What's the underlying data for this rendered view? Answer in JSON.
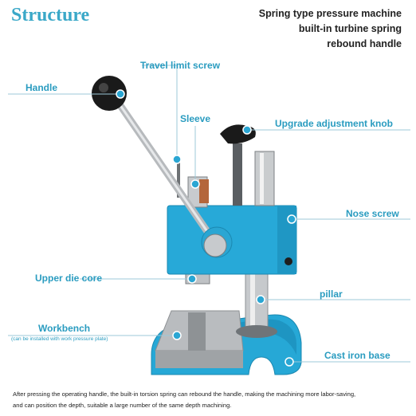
{
  "title": "Structure",
  "description": [
    "Spring type pressure machine",
    "built-in turbine spring",
    "rebound handle"
  ],
  "labels": {
    "travel_limit_screw": "Travel limit screw",
    "handle": "Handle",
    "sleeve": "Sleeve",
    "upgrade_adjustment_knob": "Upgrade adjustment knob",
    "nose_screw": "Nose screw",
    "upper_die_core": "Upper die core",
    "pillar": "pillar",
    "workbench": "Workbench",
    "workbench_note": "(can be installed with work pressure plate)",
    "cast_iron_base": "Cast iron base"
  },
  "footer": [
    "After pressing the operating handle, the built-in torsion spring can rebound the handle, making the machining more labor-saving,",
    "and can position the depth, suitable a large number of the same depth machining."
  ],
  "colors": {
    "accent": "#3aa8c8",
    "body": "#27a9d8",
    "dot": "#2aa6d3"
  }
}
